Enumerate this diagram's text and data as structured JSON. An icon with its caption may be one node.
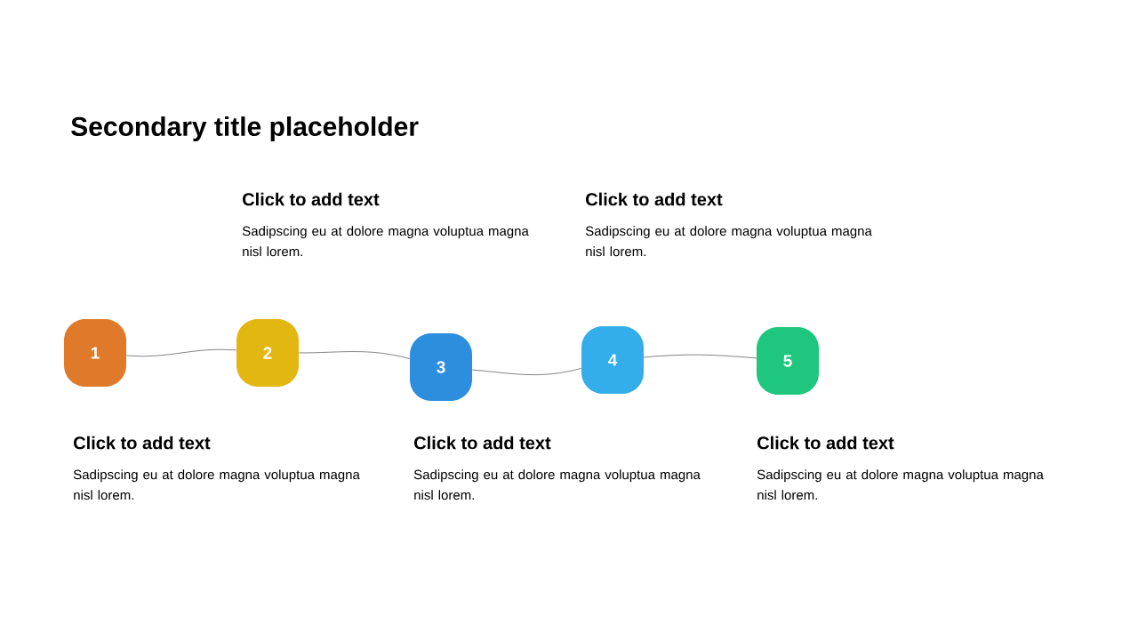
{
  "diagram": {
    "title": "Secondary title placeholder",
    "nodes": [
      {
        "text": [
          "1"
        ],
        "beside": [
          "Click to add text",
          "Sadipscing eu at dolore magna voluptua magna nisl lorem."
        ]
      },
      {
        "text": [
          "2"
        ],
        "beside": [
          "Click to add text",
          "Sadipscing eu at dolore magna voluptua magna nisl lorem."
        ]
      },
      {
        "text": [
          "3"
        ],
        "beside": [
          "Click to add text",
          "Sadipscing eu at dolore magna voluptua magna nisl lorem."
        ]
      },
      {
        "text": [
          "4"
        ],
        "beside": [
          "Click to add text",
          "Sadipscing eu at dolore magna voluptua magna nisl lorem."
        ]
      },
      {
        "text": [
          "5"
        ],
        "beside": [
          "Click to add text",
          "Sadipscing eu at dolore magna voluptua magna nisl lorem."
        ]
      }
    ],
    "edges": [
      {
        "from": 0,
        "to": 1,
        "arrow": "none"
      },
      {
        "from": 1,
        "to": 2,
        "arrow": "none"
      },
      {
        "from": 2,
        "to": 3,
        "arrow": "none"
      },
      {
        "from": 3,
        "to": 4,
        "arrow": "none"
      }
    ]
  }
}
